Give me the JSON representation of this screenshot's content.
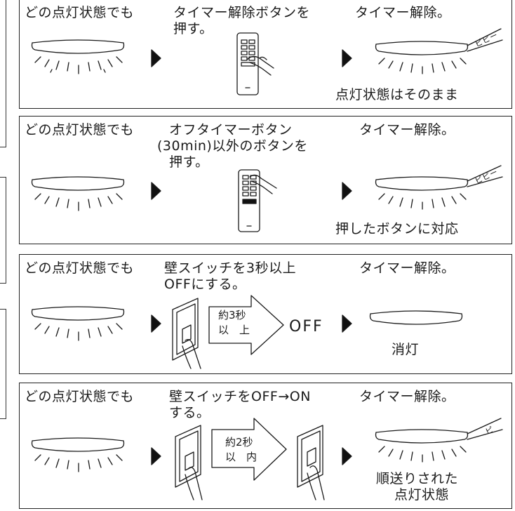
{
  "panels": [
    {
      "condition": "どの点灯状態でも",
      "action_lines": [
        "タイマー解除ボタンを",
        "押す。"
      ],
      "result_title": "タイマー解除。",
      "result_note": "点灯状態はそのまま",
      "beep": "ピピー"
    },
    {
      "condition": "どの点灯状態でも",
      "action_lines": [
        "オフタイマーボタン",
        "(30min)以外のボタンを",
        "押す。"
      ],
      "result_title": "タイマー解除。",
      "result_note": "押したボタンに対応",
      "beep": "ピピー"
    },
    {
      "condition": "どの点灯状態でも",
      "action_lines": [
        "壁スイッチを3秒以上",
        "OFFにする。"
      ],
      "result_title": "タイマー解除。",
      "result_note": "消灯",
      "arrow_label_top": "約3秒",
      "arrow_label_bottom": "以　上",
      "off_label": "OFF"
    },
    {
      "condition": "どの点灯状態でも",
      "action_lines": [
        "壁スイッチをOFF→ON",
        "する。"
      ],
      "result_title": "タイマー解除。",
      "result_note_lines": [
        "順送りされた",
        "点灯状態"
      ],
      "beep": "ピ",
      "arrow_label_top": "約2秒",
      "arrow_label_bottom": "以　内"
    }
  ],
  "icons": [
    "ceiling-light-icon",
    "remote-control-icon",
    "wall-switch-icon",
    "play-triangle-icon",
    "hand-pointer-icon"
  ]
}
